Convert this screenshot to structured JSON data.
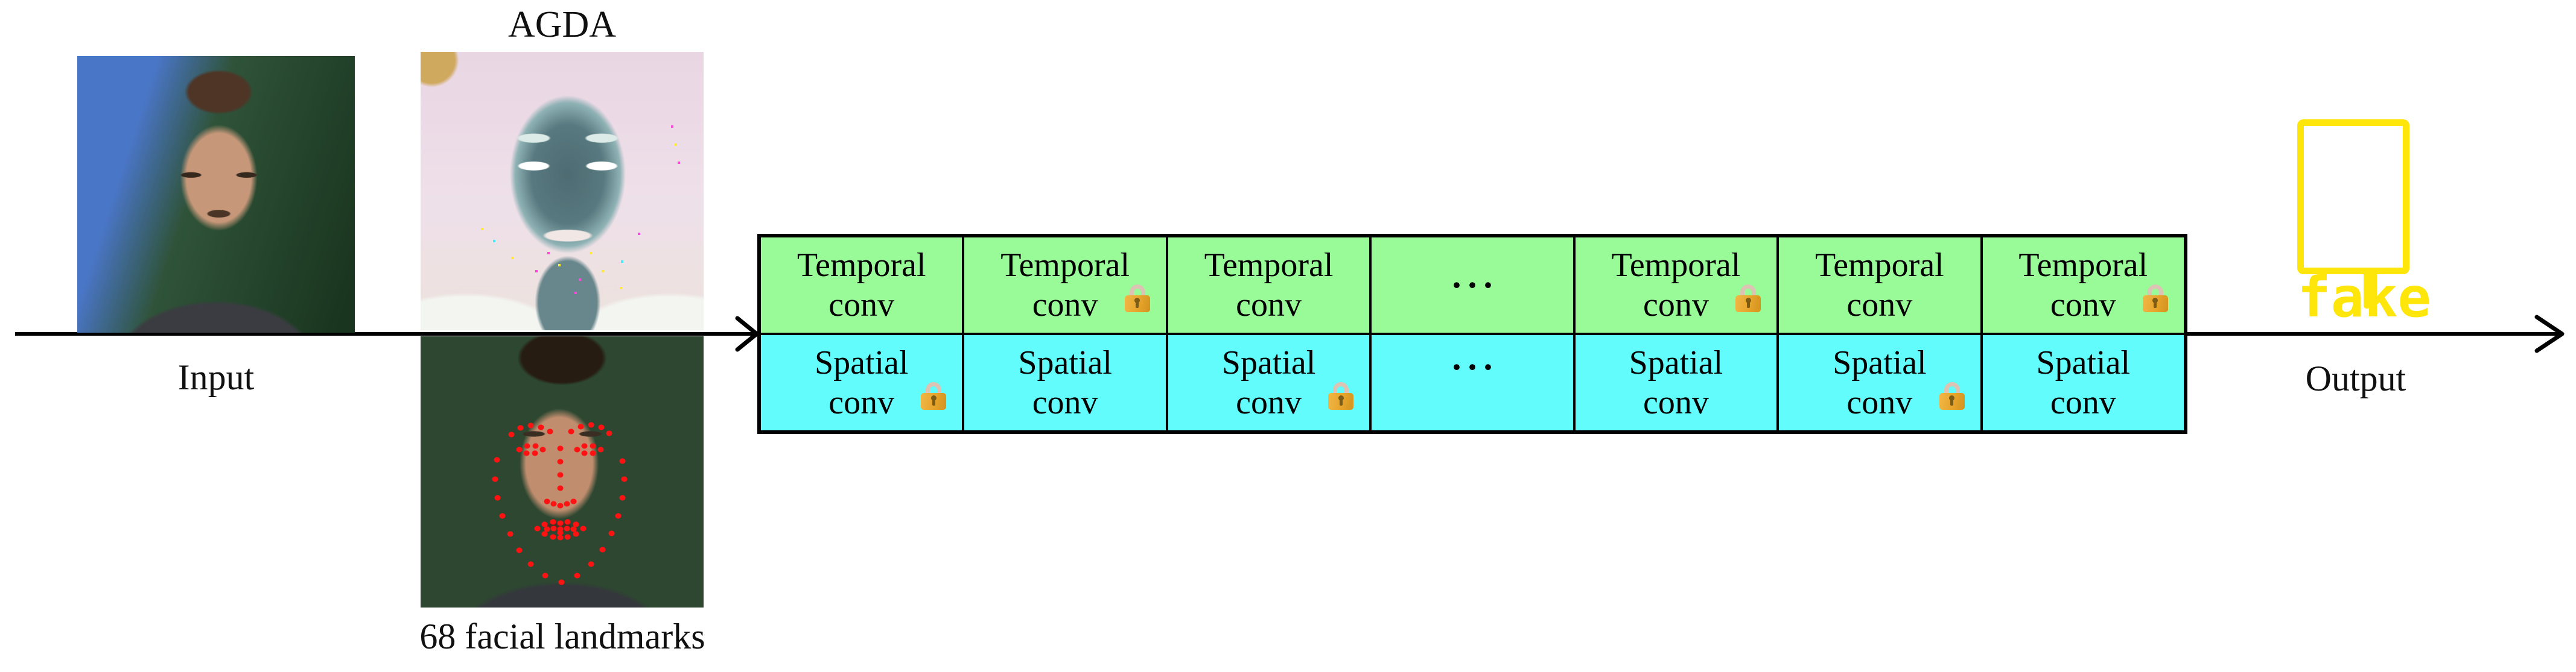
{
  "figure": {
    "stages": {
      "input": {
        "label": "Input"
      },
      "agda": {
        "label": "AGDA"
      },
      "landmarks": {
        "label": "68 facial landmarks"
      },
      "output": {
        "label": "Output",
        "classification": "fake"
      }
    },
    "grid": {
      "temporal": [
        {
          "line1": "Temporal",
          "line2": "conv",
          "locked": false
        },
        {
          "line1": "Temporal",
          "line2": "conv",
          "locked": true
        },
        {
          "line1": "Temporal",
          "line2": "conv",
          "locked": false
        },
        {
          "ellipsis": "···"
        },
        {
          "line1": "Temporal",
          "line2": "conv",
          "locked": true
        },
        {
          "line1": "Temporal",
          "line2": "conv",
          "locked": false
        },
        {
          "line1": "Temporal",
          "line2": "conv",
          "locked": true
        }
      ],
      "spatial": [
        {
          "line1": "Spatial",
          "line2": "conv",
          "locked": true
        },
        {
          "line1": "Spatial",
          "line2": "conv",
          "locked": false
        },
        {
          "line1": "Spatial",
          "line2": "conv",
          "locked": true
        },
        {
          "ellipsis": "···"
        },
        {
          "line1": "Spatial",
          "line2": "conv",
          "locked": false
        },
        {
          "line1": "Spatial",
          "line2": "conv",
          "locked": true
        },
        {
          "line1": "Spatial",
          "line2": "conv",
          "locked": false
        }
      ]
    },
    "icons": {
      "lock": "padlock"
    },
    "colors": {
      "temporal_green": "#99fb98",
      "spatial_cyan": "#63fcfc",
      "annotation_yellow": "#ffe60a",
      "lock_orange": "#e6a42c",
      "landmark_red": "#ff1212",
      "arrow": "#000000"
    }
  }
}
